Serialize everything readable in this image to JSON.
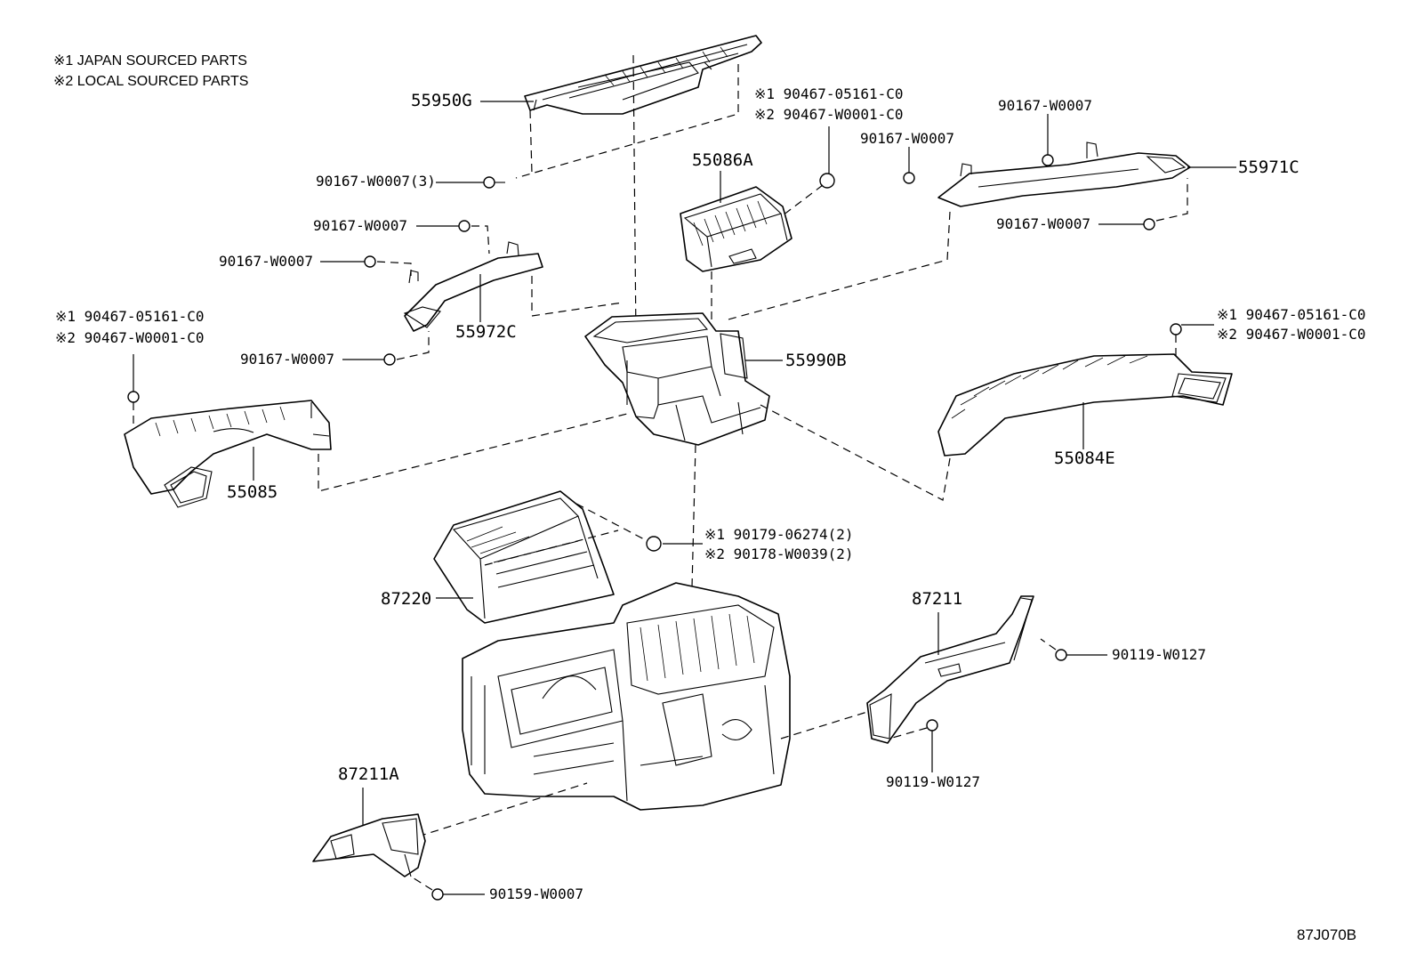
{
  "notes": [
    {
      "marker": "※1",
      "text": "JAPAN SOURCED PARTS"
    },
    {
      "marker": "※2",
      "text": "LOCAL SOURCED PARTS"
    }
  ],
  "parts": {
    "p55950G": "55950G",
    "p55086A": "55086A",
    "p55971C": "55971C",
    "p55972C": "55972C",
    "p55990B": "55990B",
    "p55085": "55085",
    "p55084E": "55084E",
    "p87220": "87220",
    "p87211": "87211",
    "p87211A": "87211A"
  },
  "fasteners": {
    "f_top_1": "※1 90467-05161-C0",
    "f_top_2": "※2 90467-W0001-C0",
    "f_90167_3": "90167-W0007(3)",
    "f_90167_a": "90167-W0007",
    "f_90167_b": "90167-W0007",
    "f_90167_c": "90167-W0007",
    "f_90167_d": "90167-W0007",
    "f_90167_e": "90167-W0007",
    "f_90167_f": "90167-W0007",
    "f_left_1": "※1 90467-05161-C0",
    "f_left_2": "※2 90467-W0001-C0",
    "f_right_1": "※1 90467-05161-C0",
    "f_right_2": "※2 90467-W0001-C0",
    "f_nut_1": "※1 90179-06274(2)",
    "f_nut_2": "※2 90178-W0039(2)",
    "f_90119_a": "90119-W0127",
    "f_90119_b": "90119-W0127",
    "f_90159": "90159-W0007"
  },
  "diagram_code": "87J070B"
}
